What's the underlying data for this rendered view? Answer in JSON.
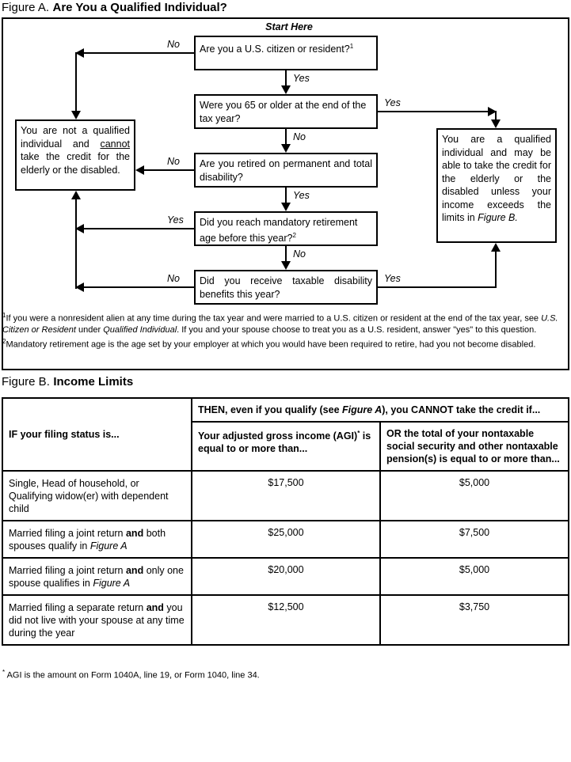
{
  "figureA": {
    "label": "Figure A.",
    "title": "Are You a Qualified Individual?",
    "start_here": "Start Here",
    "boxes": {
      "citizen": "Are you a U.S. citizen or resident?",
      "citizen_footnote_marker": "1",
      "age65": "Were you 65 or older at the end of the tax year?",
      "retired": "Are you retired on permanent and total disability?",
      "mandatory": "Did you reach mandatory retirement age before this year?",
      "mandatory_footnote_marker": "2",
      "taxable": "Did you receive taxable disability benefits this year?",
      "not_qualified_pre": "You are not a qualified individual and ",
      "not_qualified_emph": "cannot",
      "not_qualified_post": " take the credit for the elderly or the disabled.",
      "qualified_pre": "You are a qualified individual and may be able to take the credit for the elderly or the disabled unless your income exceeds the limits in ",
      "qualified_ref": "Figure B."
    },
    "edge_labels": {
      "citizen_no": "No",
      "citizen_yes": "Yes",
      "age65_yes": "Yes",
      "age65_no": "No",
      "retired_no": "No",
      "retired_yes": "Yes",
      "mandatory_yes": "Yes",
      "mandatory_no": "No",
      "taxable_no": "No",
      "taxable_yes": "Yes"
    },
    "footnotes": {
      "one_marker": "1",
      "one_a": "If you were a nonresident alien at any time during the tax year and were married to a U.S. citizen or resident at the end of the tax year, see ",
      "one_i1": "U.S. Citizen or Resident",
      "one_b": " under ",
      "one_i2": "Qualified Individual",
      "one_c": ". If you and your spouse choose to treat you as a U.S. resident, answer \"yes\" to this question.",
      "two_marker": "2",
      "two_text": "Mandatory retirement age is the age set by your employer at which you would have been required to retire, had you not become disabled."
    }
  },
  "figureB": {
    "label": "Figure B.",
    "title": "Income Limits",
    "header": {
      "then_a": "THEN, even if you qualify (see ",
      "then_i": "Figure A",
      "then_b": "), you CANNOT take the credit if...",
      "col1": "IF your filing status is...",
      "col2_a": "Your adjusted gross income (AGI)",
      "col2_marker": "*",
      "col2_b": " is equal to or more than...",
      "col3": "OR the total of your nontaxable social security and other nontaxable pension(s) is equal to or more than..."
    },
    "rows": [
      {
        "status_parts": [
          {
            "text": "Single, Head of household, or Qualifying widow(er) with dependent child",
            "style": "normal"
          }
        ],
        "agi": "$17,500",
        "nontaxable": "$5,000"
      },
      {
        "status_parts": [
          {
            "text": "Married filing a joint return ",
            "style": "normal"
          },
          {
            "text": "and",
            "style": "bold"
          },
          {
            "text": " both spouses qualify in ",
            "style": "normal"
          },
          {
            "text": "Figure A",
            "style": "italic"
          }
        ],
        "agi": "$25,000",
        "nontaxable": "$7,500"
      },
      {
        "status_parts": [
          {
            "text": "Married filing a joint return ",
            "style": "normal"
          },
          {
            "text": "and",
            "style": "bold"
          },
          {
            "text": " only one spouse qualifies in ",
            "style": "normal"
          },
          {
            "text": "Figure A",
            "style": "italic"
          }
        ],
        "agi": "$20,000",
        "nontaxable": "$5,000"
      },
      {
        "status_parts": [
          {
            "text": "Married filing a separate return ",
            "style": "normal"
          },
          {
            "text": "and",
            "style": "bold"
          },
          {
            "text": " you did not live with your spouse at any time during the year",
            "style": "normal"
          }
        ],
        "agi": "$12,500",
        "nontaxable": "$3,750"
      }
    ],
    "footnote_marker": "*",
    "footnote": " AGI is the amount on Form 1040A, line 19, or Form 1040, line 34."
  },
  "colors": {
    "ink": "#000000",
    "paper": "#ffffff"
  }
}
